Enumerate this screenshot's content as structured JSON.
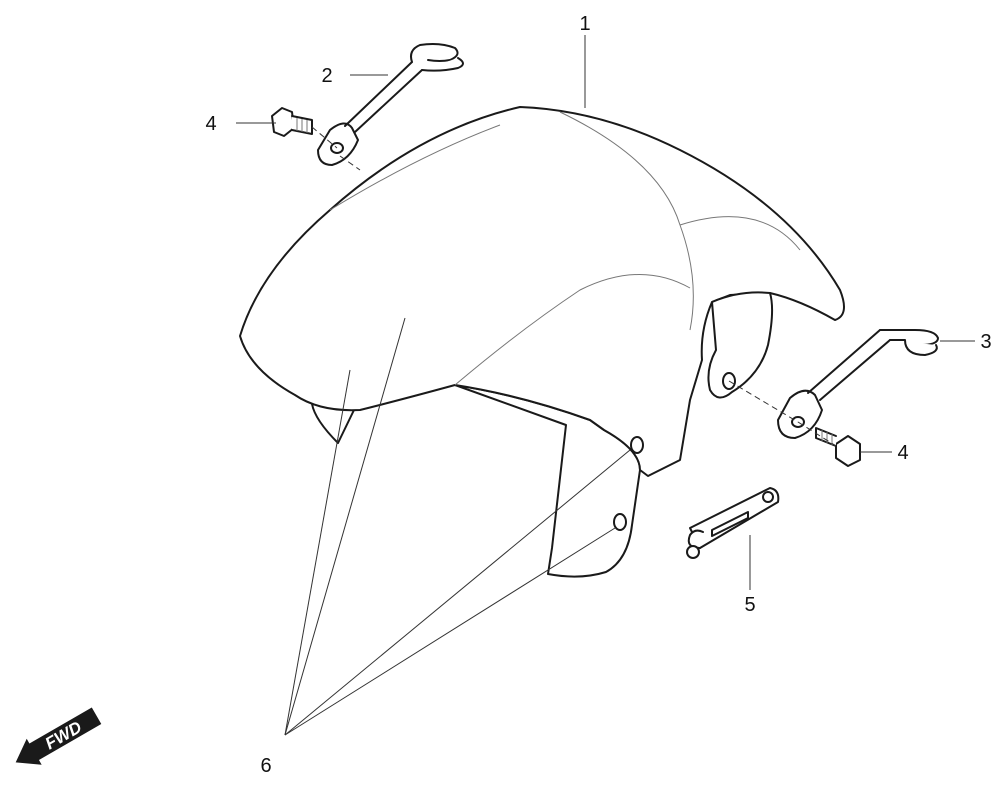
{
  "callouts": {
    "c1": "1",
    "c2": "2",
    "c3": "3",
    "c4a": "4",
    "c4b": "4",
    "c5": "5",
    "c6": "6"
  },
  "fwd_label": "FWD",
  "colors": {
    "line": "#1a1a1a",
    "arrow_fill": "#1a1a1a"
  }
}
